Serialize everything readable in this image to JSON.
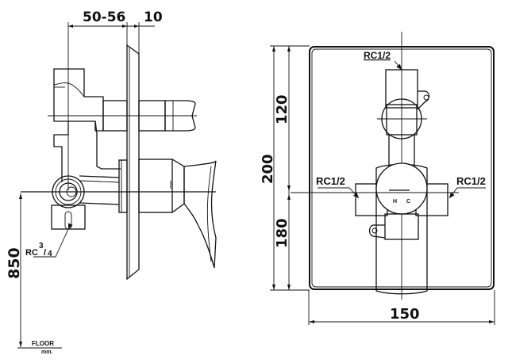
{
  "drawing": {
    "title": "Concealed bath/shower mixer dimension drawing",
    "side_view": {
      "dim_depth": "50-56",
      "dim_plate": "10",
      "dim_height_from_floor": "850",
      "outlet_label_prefix": "RC",
      "outlet_label_sup": "3",
      "outlet_label_sub": "4",
      "floor_label": "FLOOR",
      "unit_label": "mm."
    },
    "front_view": {
      "dim_total_height": "200",
      "dim_upper": "120",
      "dim_lower": "180",
      "dim_width": "150",
      "top_inlet_label": "RC1/2",
      "left_inlet_label": "RC1/2",
      "right_inlet_label": "RC1/2",
      "hot_mark": "H",
      "cold_mark": "C"
    }
  }
}
